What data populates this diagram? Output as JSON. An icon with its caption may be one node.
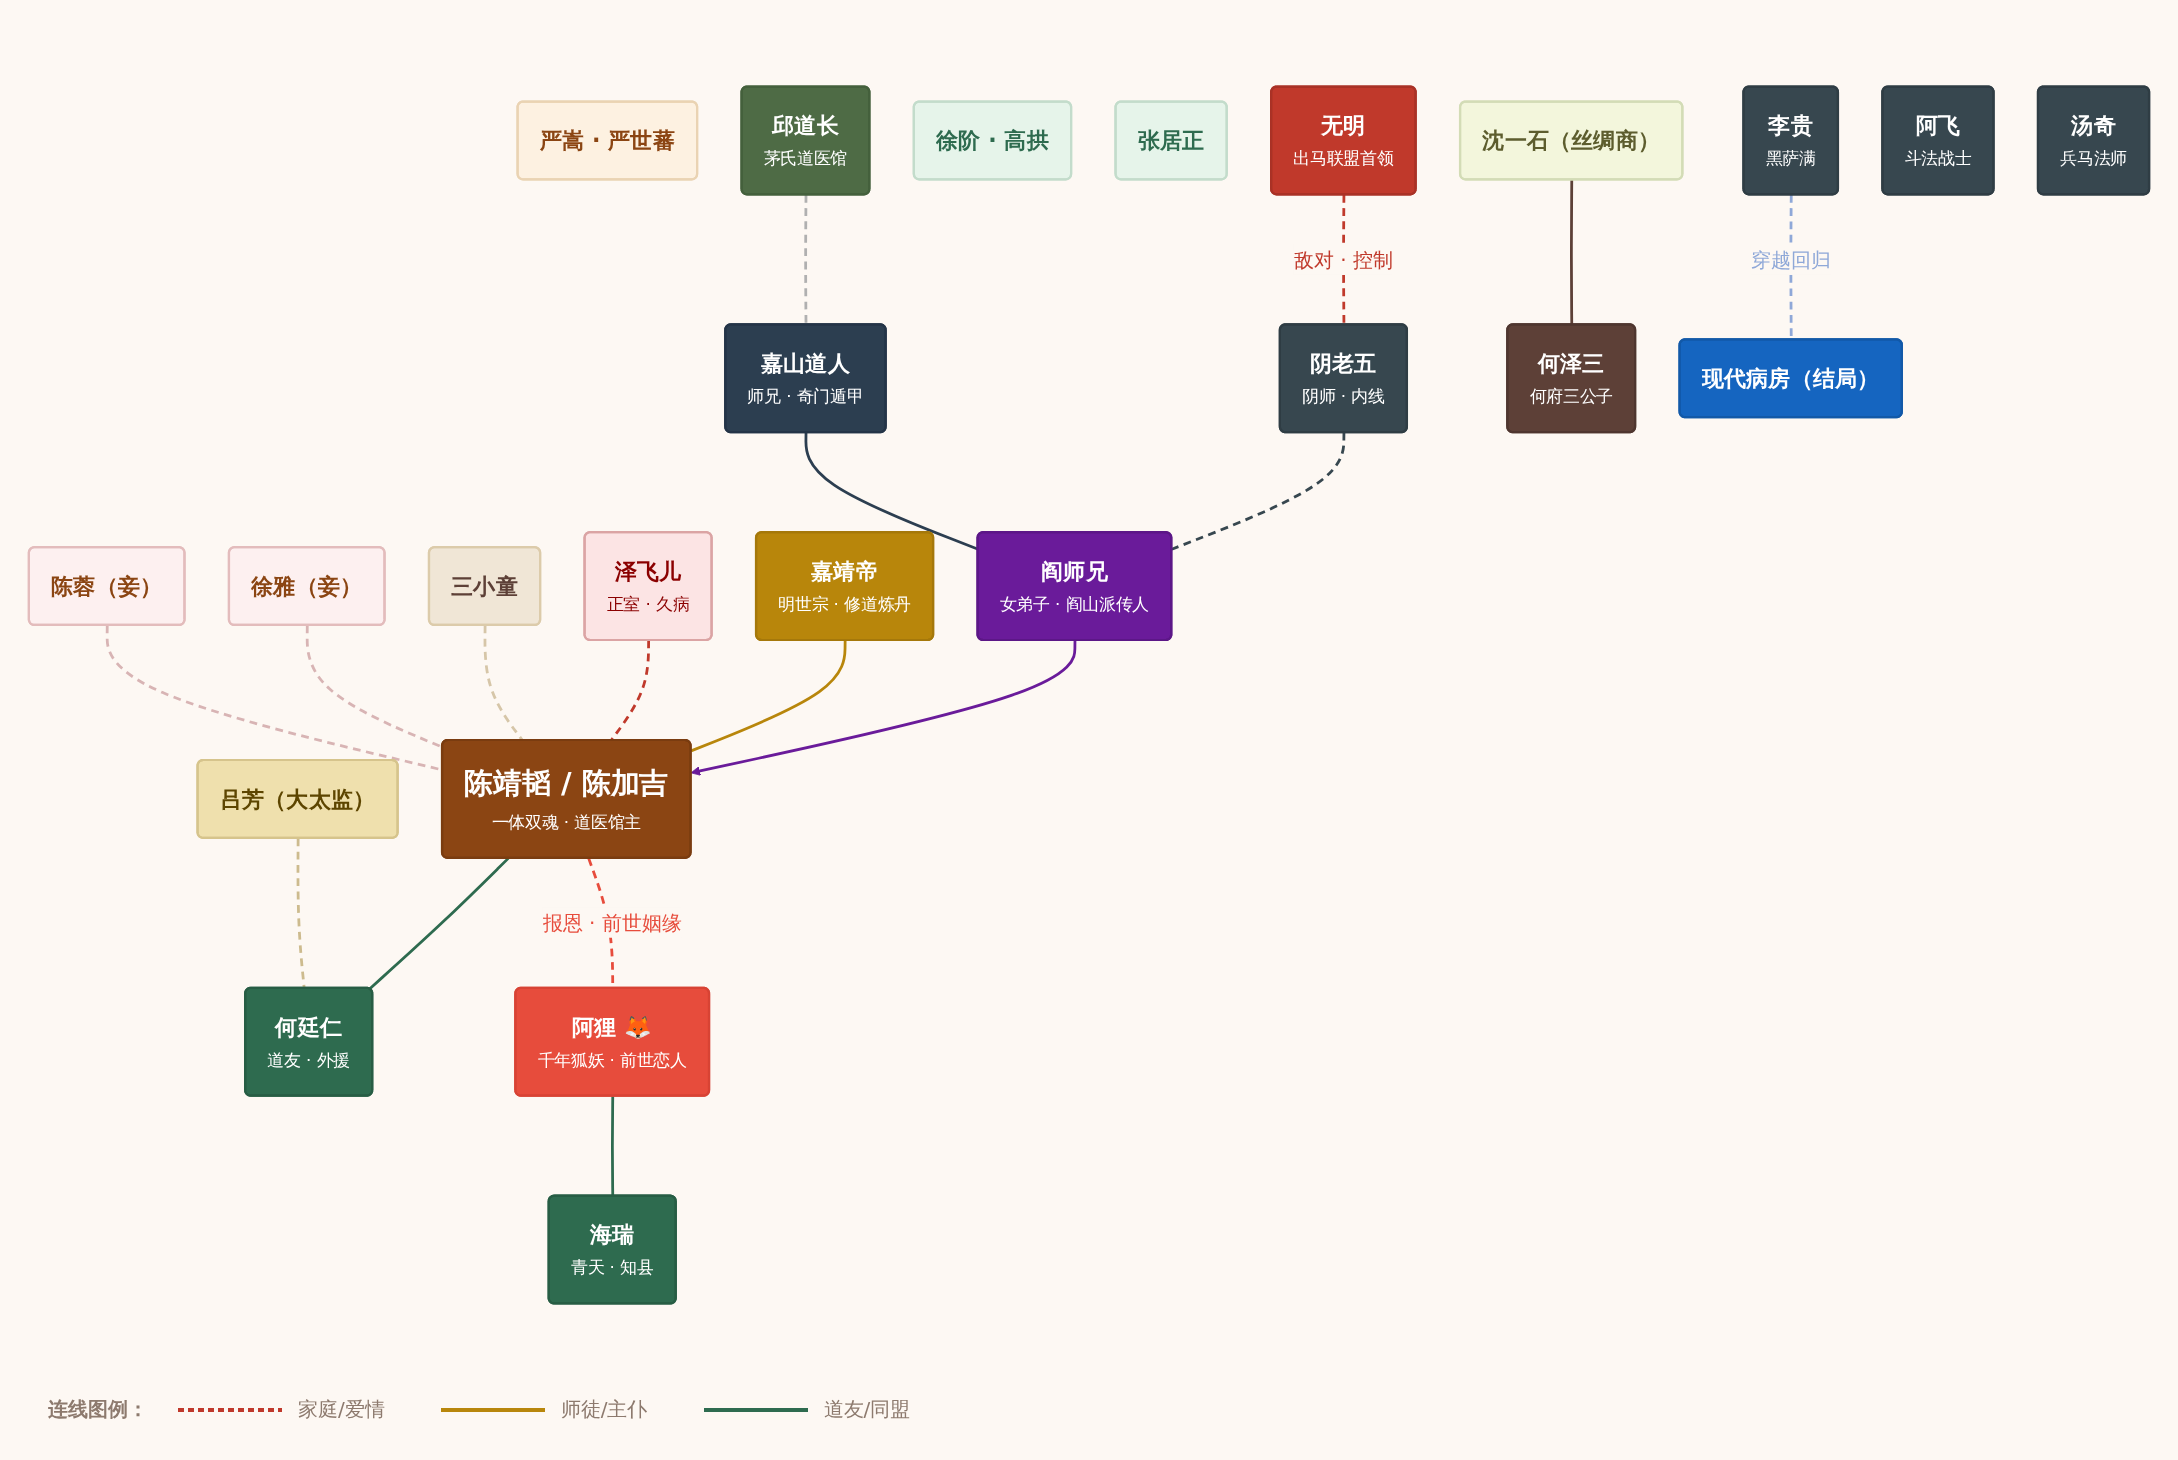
{
  "diagram": {
    "nodes": [
      {
        "text": [
          "陈蓉（妾）"
        ]
      },
      {
        "text": [
          "徐雅（妾）"
        ]
      },
      {
        "text": [
          "三小童"
        ]
      },
      {
        "text": [
          "嘉靖帝",
          "明世宗 · 修道炼丹"
        ]
      },
      {
        "text": [
          "泽飞儿",
          "正室 · 久病"
        ]
      },
      {
        "text": [
          "吕芳（大太监）"
        ]
      },
      {
        "text": [
          "严嵩 · 严世蕃"
        ]
      },
      {
        "text": [
          "邱道长",
          "茅氏道医馆"
        ]
      },
      {
        "text": [
          "嘉山道人",
          "师兄 · 奇门遁甲"
        ]
      },
      {
        "text": [
          "阎师兄",
          "女弟子 · 阎山派传人"
        ]
      },
      {
        "text": [
          "陈靖韬 / 陈加吉",
          "一体双魂 · 道医馆主"
        ]
      },
      {
        "text": [
          "何廷仁",
          "道友 · 外援"
        ]
      },
      {
        "text": [
          "徐阶 · 高拱"
        ]
      },
      {
        "text": [
          "张居正"
        ]
      },
      {
        "text": [
          "海瑞",
          "青天 · 知县"
        ]
      },
      {
        "text": [
          "无明",
          "出马联盟首领"
        ]
      },
      {
        "text": [
          "阴老五",
          "阴师 · 内线"
        ]
      },
      {
        "text": [
          "阿狸 🦊",
          "千年狐妖 · 前世恋人"
        ]
      },
      {
        "text": [
          "沈一石（丝绸商）"
        ]
      },
      {
        "text": [
          "何泽三",
          "何府三公子"
        ]
      },
      {
        "text": [
          "李贵",
          "黑萨满"
        ]
      },
      {
        "text": [
          "阿飞",
          "斗法战士"
        ]
      },
      {
        "text": [
          "汤奇",
          "兵马法师"
        ]
      },
      {
        "text": [
          "现代病房（结局）"
        ]
      }
    ],
    "edges": [
      {
        "from": 0,
        "to": 10,
        "arrow": "none",
        "style": "dashed",
        "color": "#d8b4b4"
      },
      {
        "from": 1,
        "to": 10,
        "arrow": "none",
        "style": "dashed",
        "color": "#d8b4b4"
      },
      {
        "from": 2,
        "to": 10,
        "arrow": "none",
        "style": "dashed",
        "color": "#d6c6a8"
      },
      {
        "from": 4,
        "to": 10,
        "arrow": "none",
        "style": "dashed",
        "color": "#c0392b"
      },
      {
        "from": 3,
        "to": 10,
        "arrow": "none",
        "color": "#b8860b"
      },
      {
        "from": 5,
        "to": 11,
        "arrow": "none",
        "style": "dashed",
        "color": "#cdbb8e"
      },
      {
        "from": 10,
        "to": 11,
        "arrow": "none",
        "color": "#2e6b4f"
      },
      {
        "from": 7,
        "to": 8,
        "arrow": "none",
        "style": "dashed",
        "color": "#b0b0b0"
      },
      {
        "from": 8,
        "to": 9,
        "arrow": "none",
        "color": "#2c3e50"
      },
      {
        "from": 9,
        "to": 10,
        "arrow": "to",
        "color": "#6a1b9a"
      },
      {
        "from": 16,
        "to": 9,
        "arrow": "none",
        "style": "dashed",
        "color": "#37474f"
      },
      {
        "from": 15,
        "to": 16,
        "arrow": "none",
        "style": "dashed",
        "color": "#c0392b",
        "label": "敌对 · 控制"
      },
      {
        "from": 10,
        "to": 17,
        "arrow": "none",
        "style": "dashed",
        "color": "#e74c3c",
        "label": "报恩 · 前世姻缘"
      },
      {
        "from": 17,
        "to": 14,
        "arrow": "none",
        "color": "#2e6b4f"
      },
      {
        "from": 18,
        "to": 19,
        "arrow": "none",
        "color": "#5d4037"
      },
      {
        "from": 20,
        "to": 23,
        "arrow": "none",
        "style": "dashed",
        "color": "#8fa8d8",
        "label": "穿越回归"
      }
    ],
    "labels": [
      "连线图例："
    ],
    "legend": [
      {
        "text": "家庭/爱情"
      },
      {
        "text": "师徒/主仆"
      },
      {
        "text": "道友/同盟"
      }
    ]
  }
}
